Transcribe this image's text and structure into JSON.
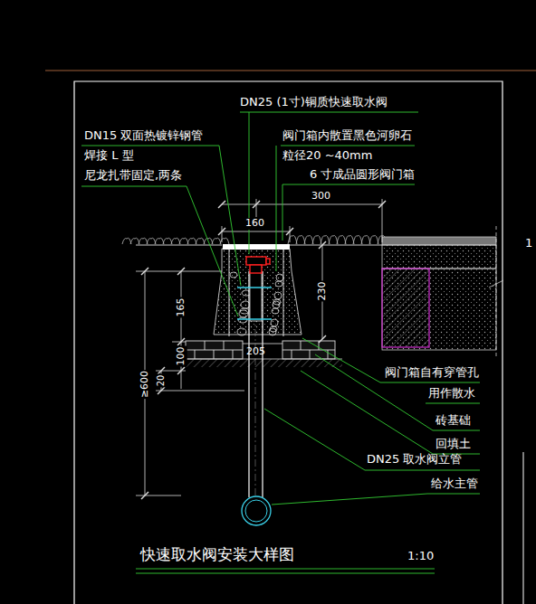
{
  "diagram": {
    "title": "快速取水阀安装大样图",
    "labels": [
      "DN25 (1寸)铜质快速取水阀",
      "DN15 双面热镀锌钢管",
      "焊接 L 型",
      "尼龙扎带固定,两条",
      "阀门箱内散置黑色河卵石",
      "粒径20 ~40mm",
      "6 寸成品圆形阀门箱",
      "300",
      "160",
      "230",
      "165",
      "100",
      "205",
      "≥600",
      "20",
      "阀门箱自有穿管孔",
      "用作散水",
      "砖基础",
      "回填土",
      "DN25 取水阀立管",
      "给水主管",
      "1:10",
      "1"
    ]
  }
}
